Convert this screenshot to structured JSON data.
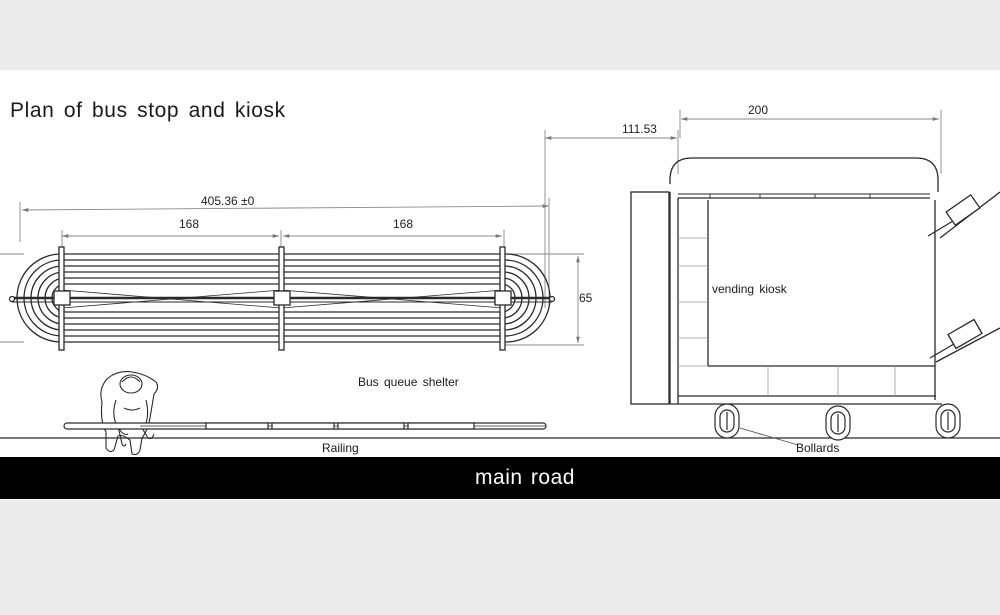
{
  "title": "Plan of bus stop and kiosk",
  "dimensions": {
    "shelter_length": "405.36 ±0",
    "bay_left": "168",
    "bay_right": "168",
    "shelter_depth": "65",
    "kiosk_offset": "111.53",
    "kiosk_width": "200"
  },
  "labels": {
    "shelter": "Bus queue shelter",
    "kiosk": "vending  kiosk",
    "railing": "Railing",
    "bollards": "Bollards",
    "road": "main road"
  },
  "colors": {
    "line": "#222222",
    "dimension_line": "#888888",
    "road": "#000000",
    "background": "#ebebeb"
  }
}
